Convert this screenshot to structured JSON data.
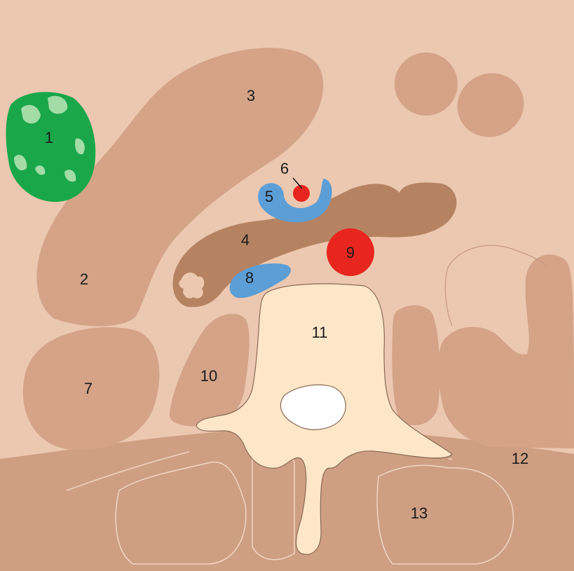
{
  "colors": {
    "background": "#ecc8b0",
    "muscle": "#d4a388",
    "muscle_dark": "#c7987d",
    "deep_muscle": "#b68362",
    "back_muscle": "#cf9f83",
    "vertebra": "#fde7c8",
    "kidney_green": "#1aa74a",
    "kidney_pale": "#a4dca6",
    "vein_blue": "#5c9ed6",
    "artery_red": "#e8261f",
    "outline": "#f4d8c2",
    "dark_outline": "#8a6a55",
    "foramen": "#ffffff"
  },
  "labels": [
    {
      "id": "1",
      "text": "1"
    },
    {
      "id": "2",
      "text": "2"
    },
    {
      "id": "3",
      "text": "3"
    },
    {
      "id": "4",
      "text": "4"
    },
    {
      "id": "5",
      "text": "5"
    },
    {
      "id": "6",
      "text": "6"
    },
    {
      "id": "7",
      "text": "7"
    },
    {
      "id": "8",
      "text": "8"
    },
    {
      "id": "9",
      "text": "9"
    },
    {
      "id": "10",
      "text": "10"
    },
    {
      "id": "11",
      "text": "11"
    },
    {
      "id": "12",
      "text": "12"
    },
    {
      "id": "13",
      "text": "13"
    }
  ]
}
